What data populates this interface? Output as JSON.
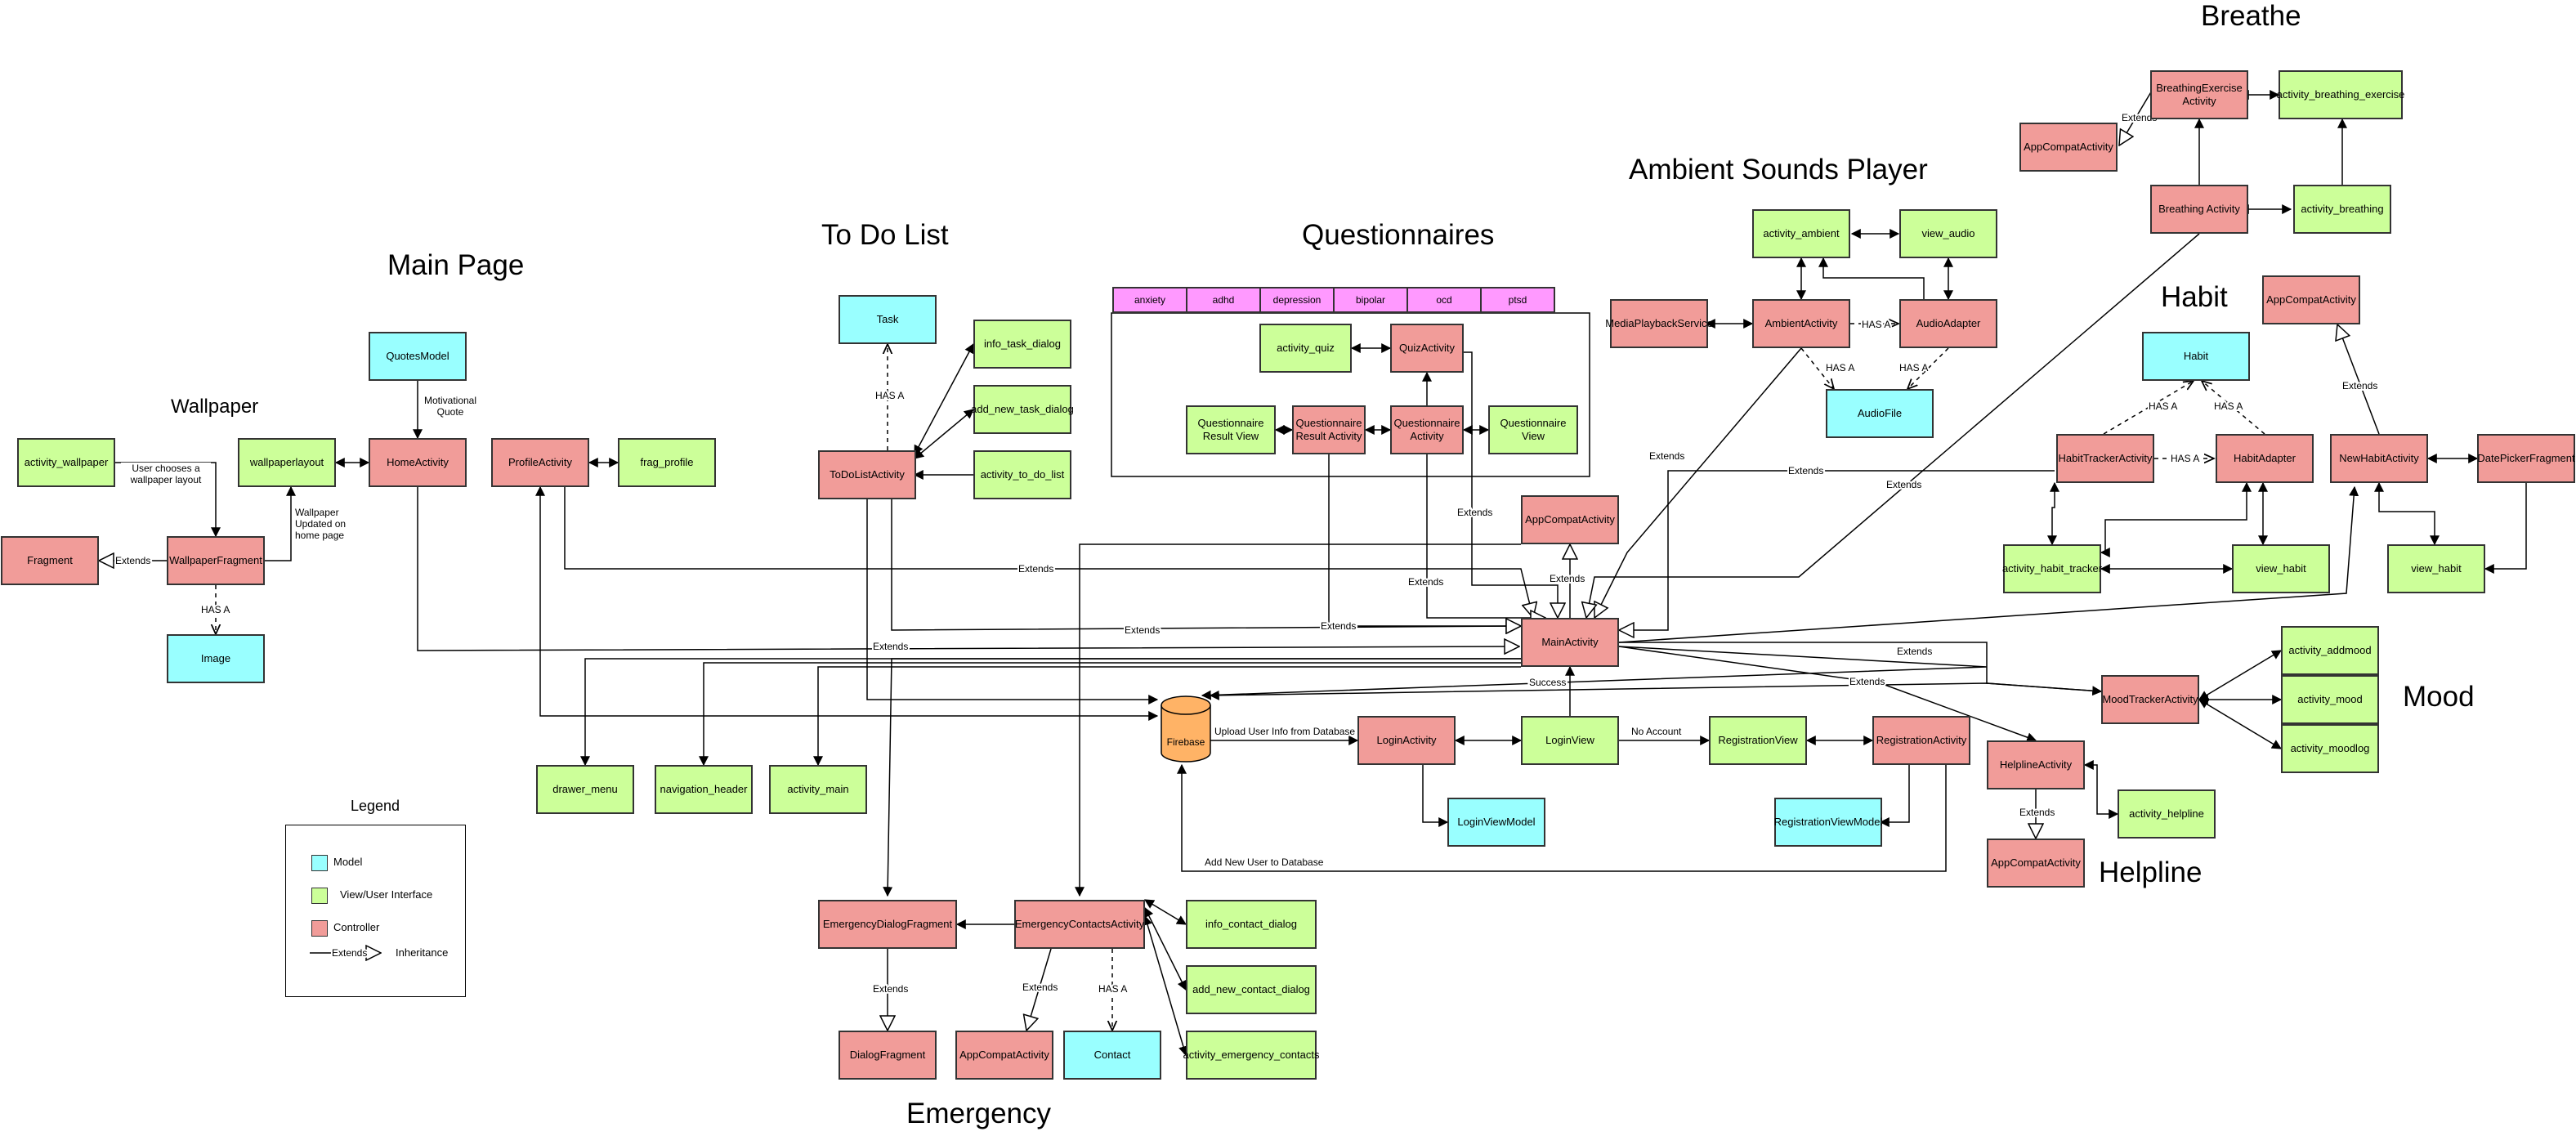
{
  "sections": {
    "breathe": "Breathe",
    "ambient": "Ambient Sounds Player",
    "questionnaires": "Questionnaires",
    "todo": "To Do List",
    "main_page": "Main Page",
    "wallpaper": "Wallpaper",
    "habit": "Habit",
    "mood": "Mood",
    "helpline": "Helpline",
    "emergency": "Emergency"
  },
  "nodes": {
    "breathing_exercise_activity": "BreathingExercise Activity",
    "activity_breathing_exercise": "activity_breathing_exercise",
    "appcompat_breathe": "AppCompatActivity",
    "breathing_activity": "Breathing Activity",
    "activity_breathing": "activity_breathing",
    "activity_ambient": "activity_ambient",
    "view_audio": "view_audio",
    "mediaplayback_service": "MediaPlaybackService",
    "ambient_activity": "AmbientActivity",
    "audio_adapter": "AudioAdapter",
    "audio_file": "AudioFile",
    "appcompat_habit": "AppCompatActivity",
    "habit_model": "Habit",
    "habit_tracker_activity": "HabitTrackerActivity",
    "habit_adapter": "HabitAdapter",
    "new_habit_activity": "NewHabitActivity",
    "date_picker_fragment": "DatePickerFragment",
    "activity_habit_tracker": "activity_habit_tracker",
    "view_habit_1": "view_habit",
    "view_habit_2": "view_habit",
    "tab_anxiety": "anxiety",
    "tab_adhd": "adhd",
    "tab_depression": "depression",
    "tab_bipolar": "bipolar",
    "tab_ocd": "ocd",
    "tab_ptsd": "ptsd",
    "activity_quiz": "activity_quiz",
    "quiz_activity": "QuizActivity",
    "questionnaire_result_view": "Questionnaire Result View",
    "questionnaire_result_activity": "Questionnaire Result Activity",
    "questionnaire_activity": "Questionnaire Activity",
    "questionnaire_view": "Questionnaire View",
    "task": "Task",
    "info_task_dialog": "info_task_dialog",
    "add_new_task_dialog": "add_new_task_dialog",
    "todo_activity": "ToDoListActivity",
    "activity_to_do_list": "activity_to_do_list",
    "quotes_model": "QuotesModel",
    "activity_wallpaper": "activity_wallpaper",
    "wallpaperlayout": "wallpaperlayout",
    "home_activity": "HomeActivity",
    "profile_activity": "ProfileActivity",
    "frag_profile": "frag_profile",
    "fragment": "Fragment",
    "wallpaper_fragment": "WallpaperFragment",
    "image": "Image",
    "appcompat_main": "AppCompatActivity",
    "main_activity": "MainActivity",
    "firebase": "Firebase",
    "login_activity": "LoginActivity",
    "login_view": "LoginView",
    "registration_view": "RegistrationView",
    "registration_activity": "RegistrationActivity",
    "login_view_model": "LoginViewModel",
    "registration_view_model": "RegistrationViewModel",
    "drawer_menu": "drawer_menu",
    "navigation_header": "navigation_header",
    "activity_main": "activity_main",
    "mood_tracker_activity": "MoodTrackerActivity",
    "activity_addmood": "activity_addmood",
    "activity_mood": "activity_mood",
    "activity_moodlog": "activity_moodlog",
    "helpline_activity": "HelplineActivity",
    "activity_helpline": "activity_helpline",
    "appcompat_helpline": "AppCompatActivity",
    "emergency_dialog_fragment": "EmergencyDialogFragment",
    "emergency_contacts_activity": "EmergencyContactsActivity",
    "info_contact_dialog": "info_contact_dialog",
    "add_new_contact_dialog": "add_new_contact_dialog",
    "activity_emergency_contacts": "activity_emergency_contacts",
    "dialog_fragment": "DialogFragment",
    "appcompat_emergency": "AppCompatActivity",
    "contact": "Contact"
  },
  "edge_labels": {
    "extends": "Extends",
    "has_a": "HAS A",
    "motivational_quote": "Motivational Quote",
    "user_chooses": "User chooses a wallpaper layout",
    "wallpaper_updated": "Wallpaper Updated on home page",
    "success": "Success",
    "no_account": "No Account",
    "upload_user_info": "Upload User Info from Database",
    "add_new_user": "Add New User to Database"
  },
  "legend": {
    "title": "Legend",
    "model": "Model",
    "view": "View/User Interface",
    "controller": "Controller",
    "extends_sample": "Extends",
    "inheritance": "Inheritance"
  },
  "colors": {
    "model": "#99ffff",
    "view": "#ccff99",
    "controller": "#f19c99",
    "tab": "#ff99ff",
    "firebase": "#ffb366"
  }
}
